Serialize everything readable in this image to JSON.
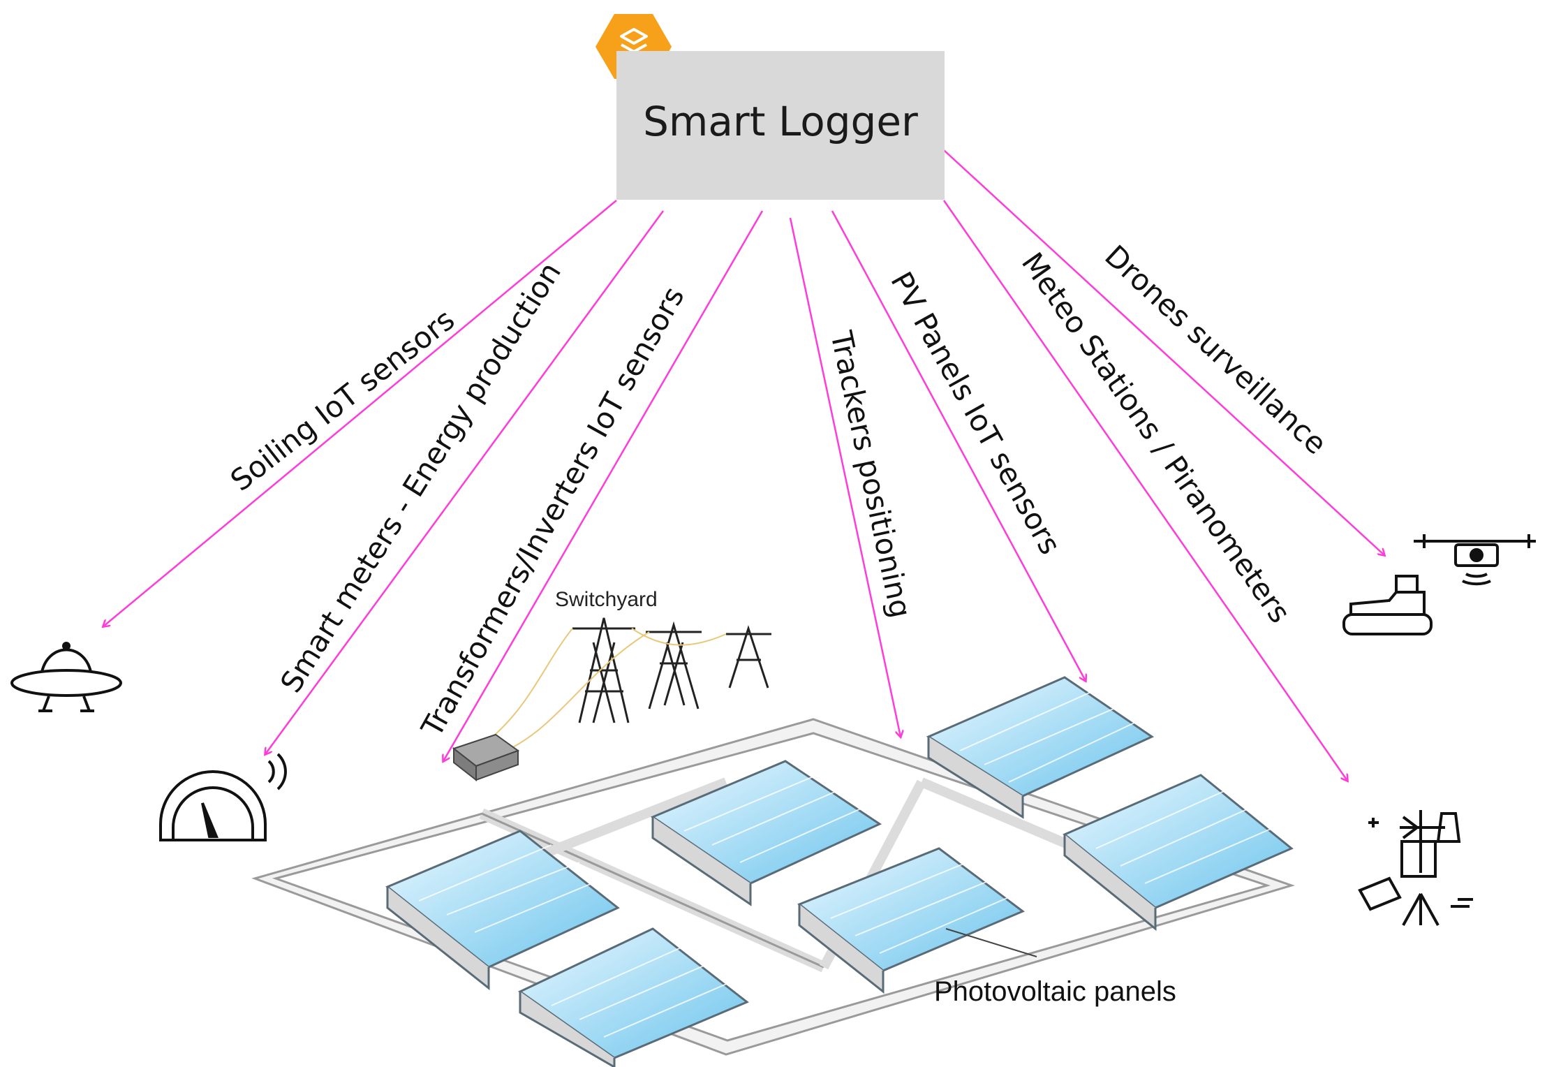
{
  "hub": {
    "title": "Smart Logger",
    "icon": "stack-layers-icon",
    "icon_color": "#f7a11a",
    "box_color": "#d9d9d9"
  },
  "links": [
    {
      "id": "soiling",
      "label": "Soiling IoT sensors",
      "target_icon": "ufo-sensor-icon"
    },
    {
      "id": "smart-meters",
      "label": "Smart meters - Energy production",
      "target_icon": "gauge-meter-icon"
    },
    {
      "id": "transformers",
      "label": "Transformers/Inverters IoT sensors",
      "target_icon": "transformer-box-icon"
    },
    {
      "id": "trackers",
      "label": "Trackers positioning",
      "target_icon": "tracker-icon"
    },
    {
      "id": "pv-panels",
      "label": "PV Panels IoT sensors",
      "target_icon": "pv-panel-icon"
    },
    {
      "id": "meteo",
      "label": "Meteo Stations / Piranometers",
      "target_icon": "weather-station-icon"
    },
    {
      "id": "drones",
      "label": "Drones surveillance",
      "target_icon": "drone-icon"
    }
  ],
  "arrow_color": "#ff3bd8",
  "scene": {
    "switchyard_label": "Switchyard",
    "panels_label": "Photovoltaic panels",
    "panel_color": "#8fd3f2"
  }
}
